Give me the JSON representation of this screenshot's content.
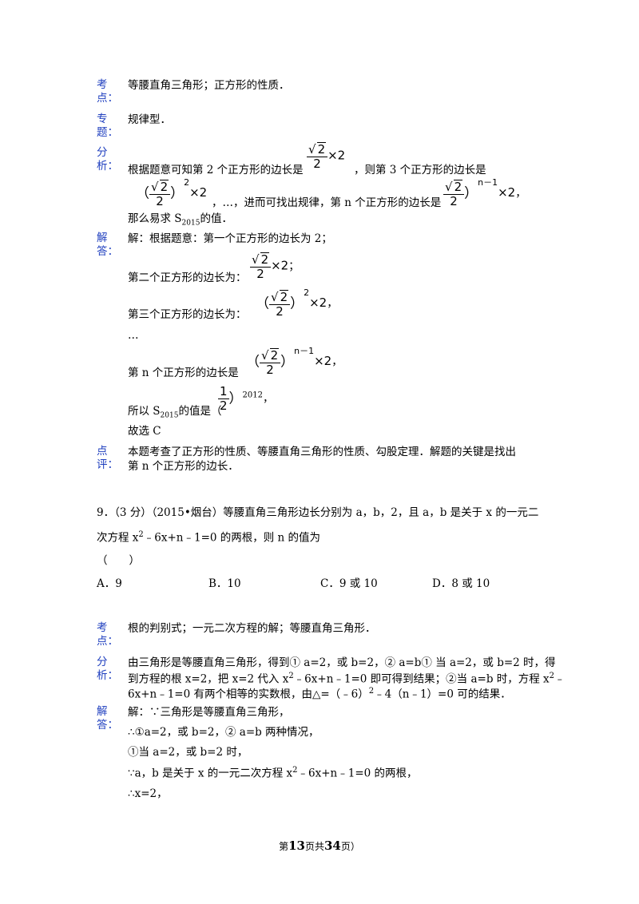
{
  "labels": {
    "kaodian": "考点：",
    "zhuanti": "专题：",
    "fenxi": "分析：",
    "jieda": "解答：",
    "dianping": "点评："
  },
  "q8": {
    "kaodian": "等腰直角三角形；正方形的性质．",
    "zhuanti": "规律型．",
    "fenxi": {
      "line1a": "根据题意可知第 2 个正方形的边长是",
      "line1b": "，则第 3 个正方形的边长是",
      "line2a": "，…，进而可找出规律，第 n 个正方形的边长是",
      "line3a": "那么易求 S",
      "line3sub": "2015",
      "line3b": "的值．"
    },
    "jieda": {
      "l1": "解：根据题意：第一个正方形的边长为 2；",
      "l2": "第二个正方形的边长为：",
      "l3": "第三个正方形的边长为：",
      "l4": "…",
      "l5": "第 n 个正方形的边长是",
      "l6a": "所以 S",
      "l6sub": "2015",
      "l6b": "的值是（",
      "l6sup": "2012",
      "l7": "故选 C"
    },
    "dianping": {
      "l1": "本题考查了正方形的性质、等腰直角三角形的性质、勾股定理．解题的关键是找出",
      "l2": "第 n 个正方形的边长．"
    }
  },
  "math": {
    "sqrt": "√",
    "two": "2",
    "one": "1",
    "times2": "×2",
    "lp": "（",
    "rp": "）",
    "sq": "2",
    "nm1": "n－1",
    "semi": "；",
    "comma": "，"
  },
  "q9": {
    "stem1": "9．（3 分）（2015•烟台）等腰直角三角形边长分别为 a，b，2，且 a，b 是关于 x 的一元二",
    "stem2a": "次方程 x",
    "stem2sup": "2",
    "stem2b": "﹣6x+n﹣1=0 的两根，则 n 的值为",
    "paren": "（　　）",
    "options": [
      "A．9",
      "B．10",
      "C．9 或 10",
      "D．8 或 10"
    ],
    "kaodian": "根的判别式；一元二次方程的解；等腰直角三角形．",
    "fenxi": {
      "l1": "由三角形是等腰直角三角形，得到① a=2，或 b=2，② a=b① 当 a=2，或 b=2 时，得",
      "l2a": "到方程的根 x=2，把 x=2 代入 x",
      "l2sup": "2",
      "l2b": "﹣6x+n﹣1=0 即可得到结果；②当 a=b 时，方程 x",
      "l2sup2": "2",
      "l2c": "﹣",
      "l3a": "6x+n﹣1=0 有两个相等的实数根，由△=（﹣6）",
      "l3sup": "2",
      "l3b": "﹣4（n﹣1）=0 可的结果．"
    },
    "jieda": {
      "l1": "解：∵三角形是等腰直角三角形，",
      "l2": "∴①a=2，或 b=2，② a=b 两种情况，",
      "l3": "①当 a=2，或 b=2 时，",
      "l4a": "∵a，b 是关于 x 的一元二次方程 x",
      "l4sup": "2",
      "l4b": "﹣6x+n﹣1=0 的两根，",
      "l5": "∴x=2，"
    }
  },
  "footer": {
    "pre": "第",
    "page": "13",
    "mid": "页共",
    "total": "34",
    "post": "页）"
  }
}
